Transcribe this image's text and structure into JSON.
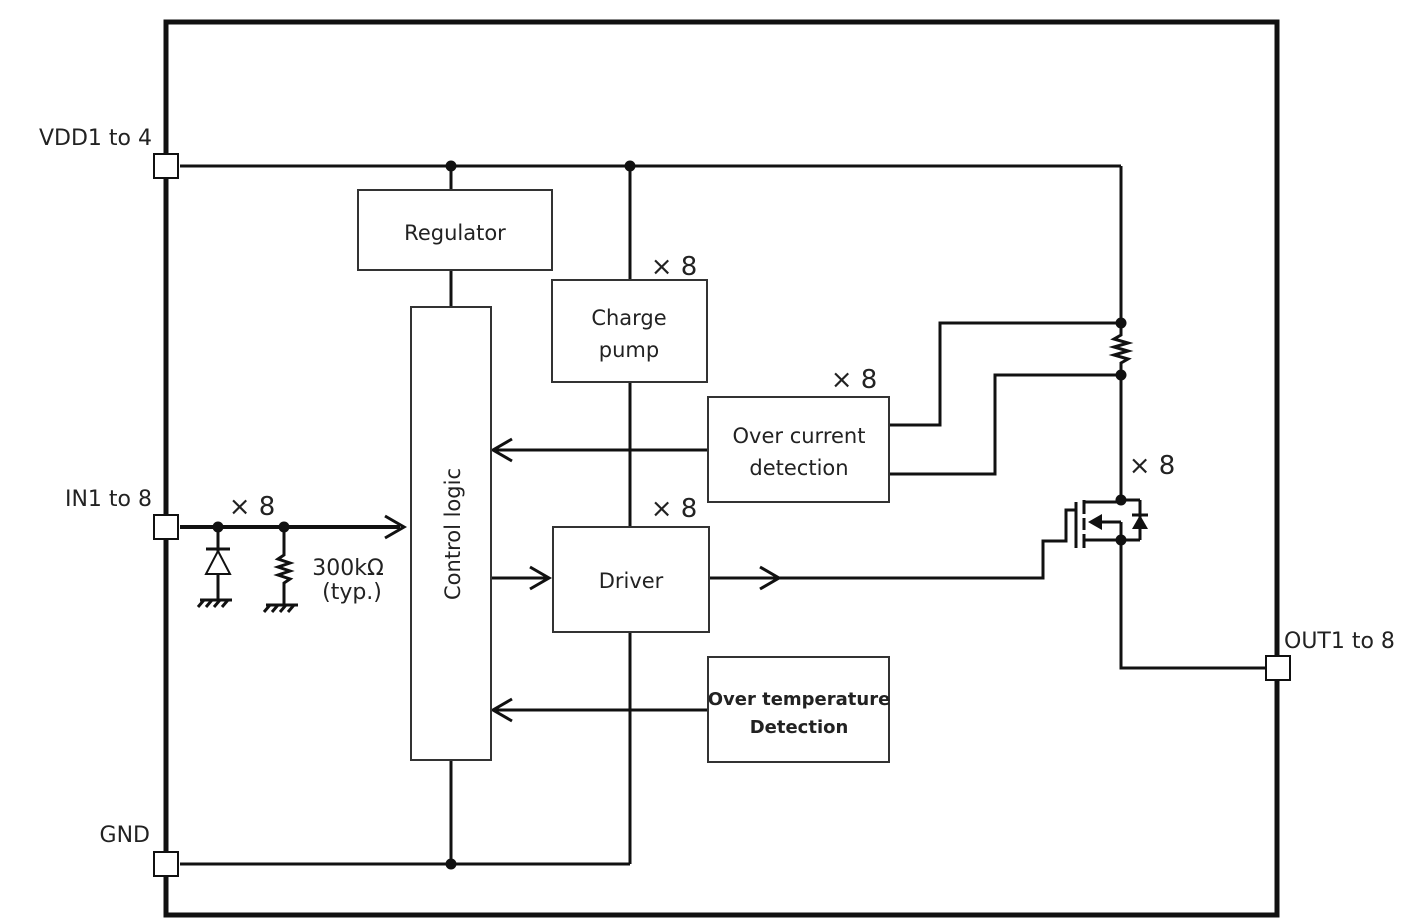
{
  "pins": {
    "vdd": "VDD1 to 4",
    "in": "IN1 to 8",
    "gnd": "GND",
    "out": "OUT1 to 8"
  },
  "blocks": {
    "regulator": "Regulator",
    "charge_pump": [
      "Charge",
      "pump"
    ],
    "control_logic": "Control  logic",
    "over_current": [
      "Over current",
      "detection"
    ],
    "driver": "Driver",
    "over_temp": [
      "Over temperature",
      "Detection"
    ]
  },
  "resistor": {
    "value": "300kΩ",
    "note": "(typ.)"
  },
  "multipliers": {
    "charge_pump": "× 8",
    "over_current": "× 8",
    "driver": "× 8",
    "mosfet": "× 8",
    "input": "× 8"
  }
}
